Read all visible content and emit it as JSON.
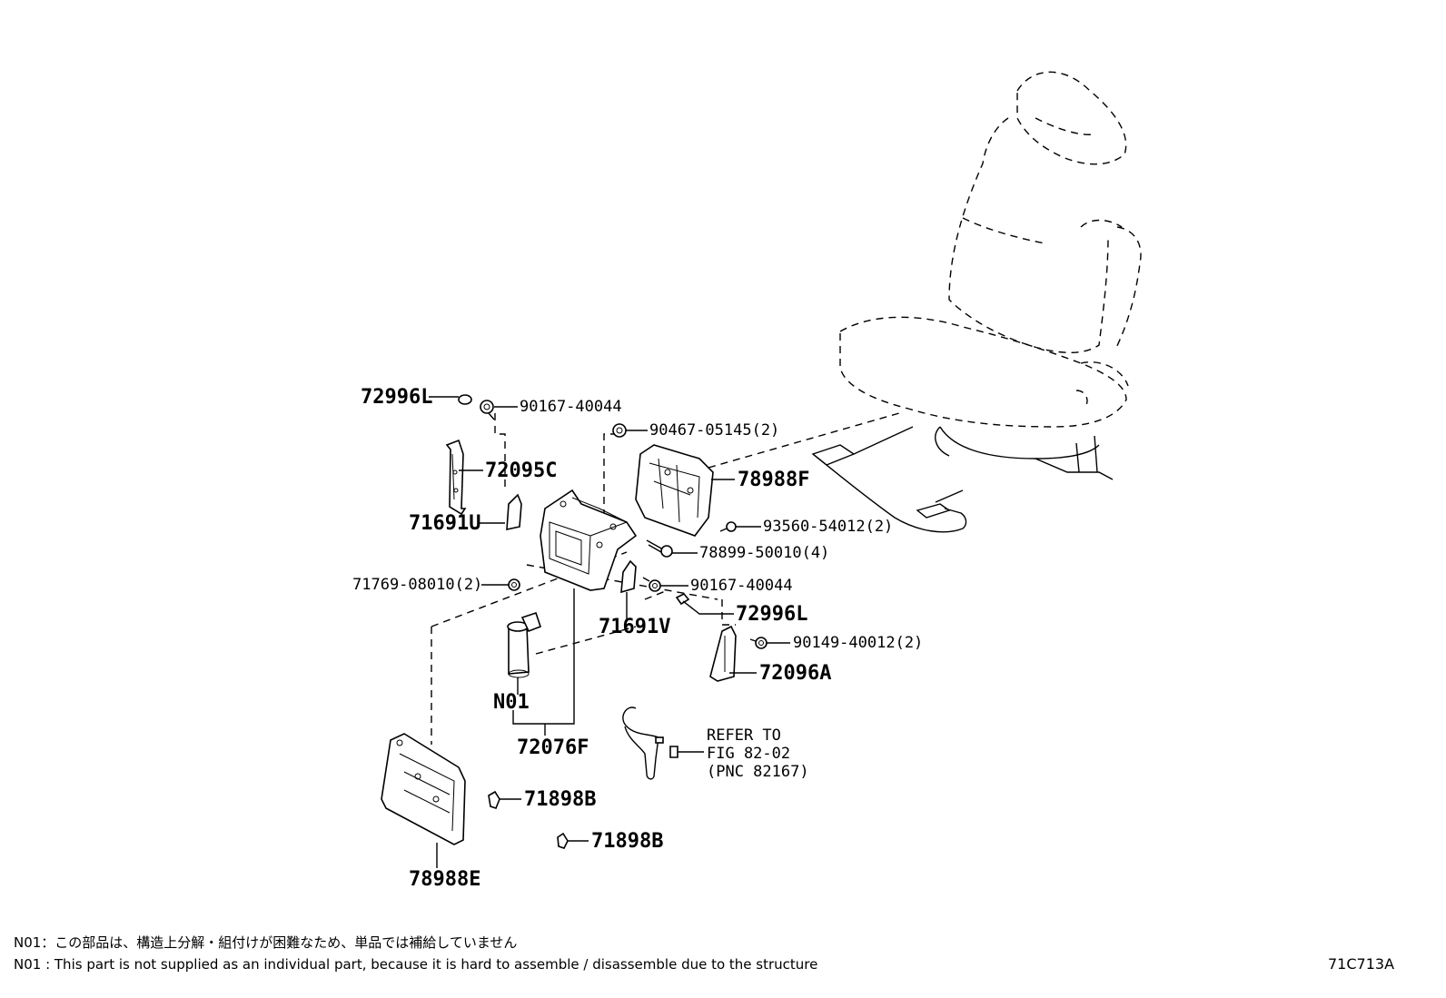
{
  "illustration_id": "71C713A",
  "parts": {
    "p72996L_top": "72996L",
    "p90167_top": "90167-40044",
    "p90467": "90467-05145(2)",
    "p72095C": "72095C",
    "p78988F": "78988F",
    "p71691U": "71691U",
    "p93560": "93560-54012(2)",
    "p78899": "78899-50010(4)",
    "p71769": "71769-08010(2)",
    "p90167_mid": "90167-40044",
    "p72996L_mid": "72996L",
    "p71691V": "71691V",
    "p90149": "90149-40012(2)",
    "p72096A": "72096A",
    "pN01": "N01",
    "p72076F": "72076F",
    "p71898B_a": "71898B",
    "p71898B_b": "71898B",
    "p78988E": "78988E"
  },
  "refer": {
    "line1": "REFER TO",
    "line2": "FIG 82-02",
    "line3": "(PNC 82167)"
  },
  "notes": {
    "jp": "N01：この部品は、構造上分解・組付けが困難なため、単品では補給していません",
    "en": "N01 : This part is not supplied as an individual part, because it is hard to assemble / disassemble due to the structure"
  }
}
